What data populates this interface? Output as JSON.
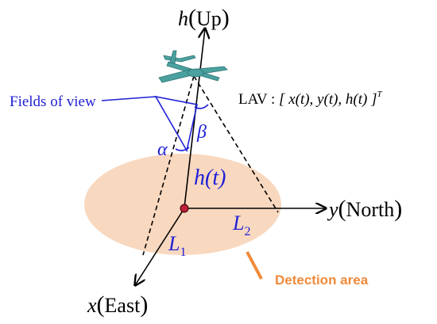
{
  "axes": {
    "z": {
      "var": "h",
      "unit": "Up"
    },
    "y": {
      "var": "y",
      "unit": "North"
    },
    "x": {
      "var": "x",
      "unit": "East"
    }
  },
  "labels": {
    "fields_of_view": "Fields of view",
    "alpha": "α",
    "beta": "β",
    "h_of_t": "h(t)",
    "L1": "L",
    "L1_sub": "1",
    "L2": "L",
    "L2_sub": "2",
    "detection_area": "Detection area",
    "lav_prefix": "LAV : ",
    "lav_vector": "[ x(t), y(t), h(t) ]",
    "lav_superscript": "T"
  },
  "colors": {
    "annotation_blue": "#1f1fd6",
    "detection_orange": "#f08a3a",
    "detection_fill": "#f8d8bf",
    "aircraft": "#4aa1a0",
    "origin_dot": "#c0203a",
    "axis": "#000000"
  }
}
